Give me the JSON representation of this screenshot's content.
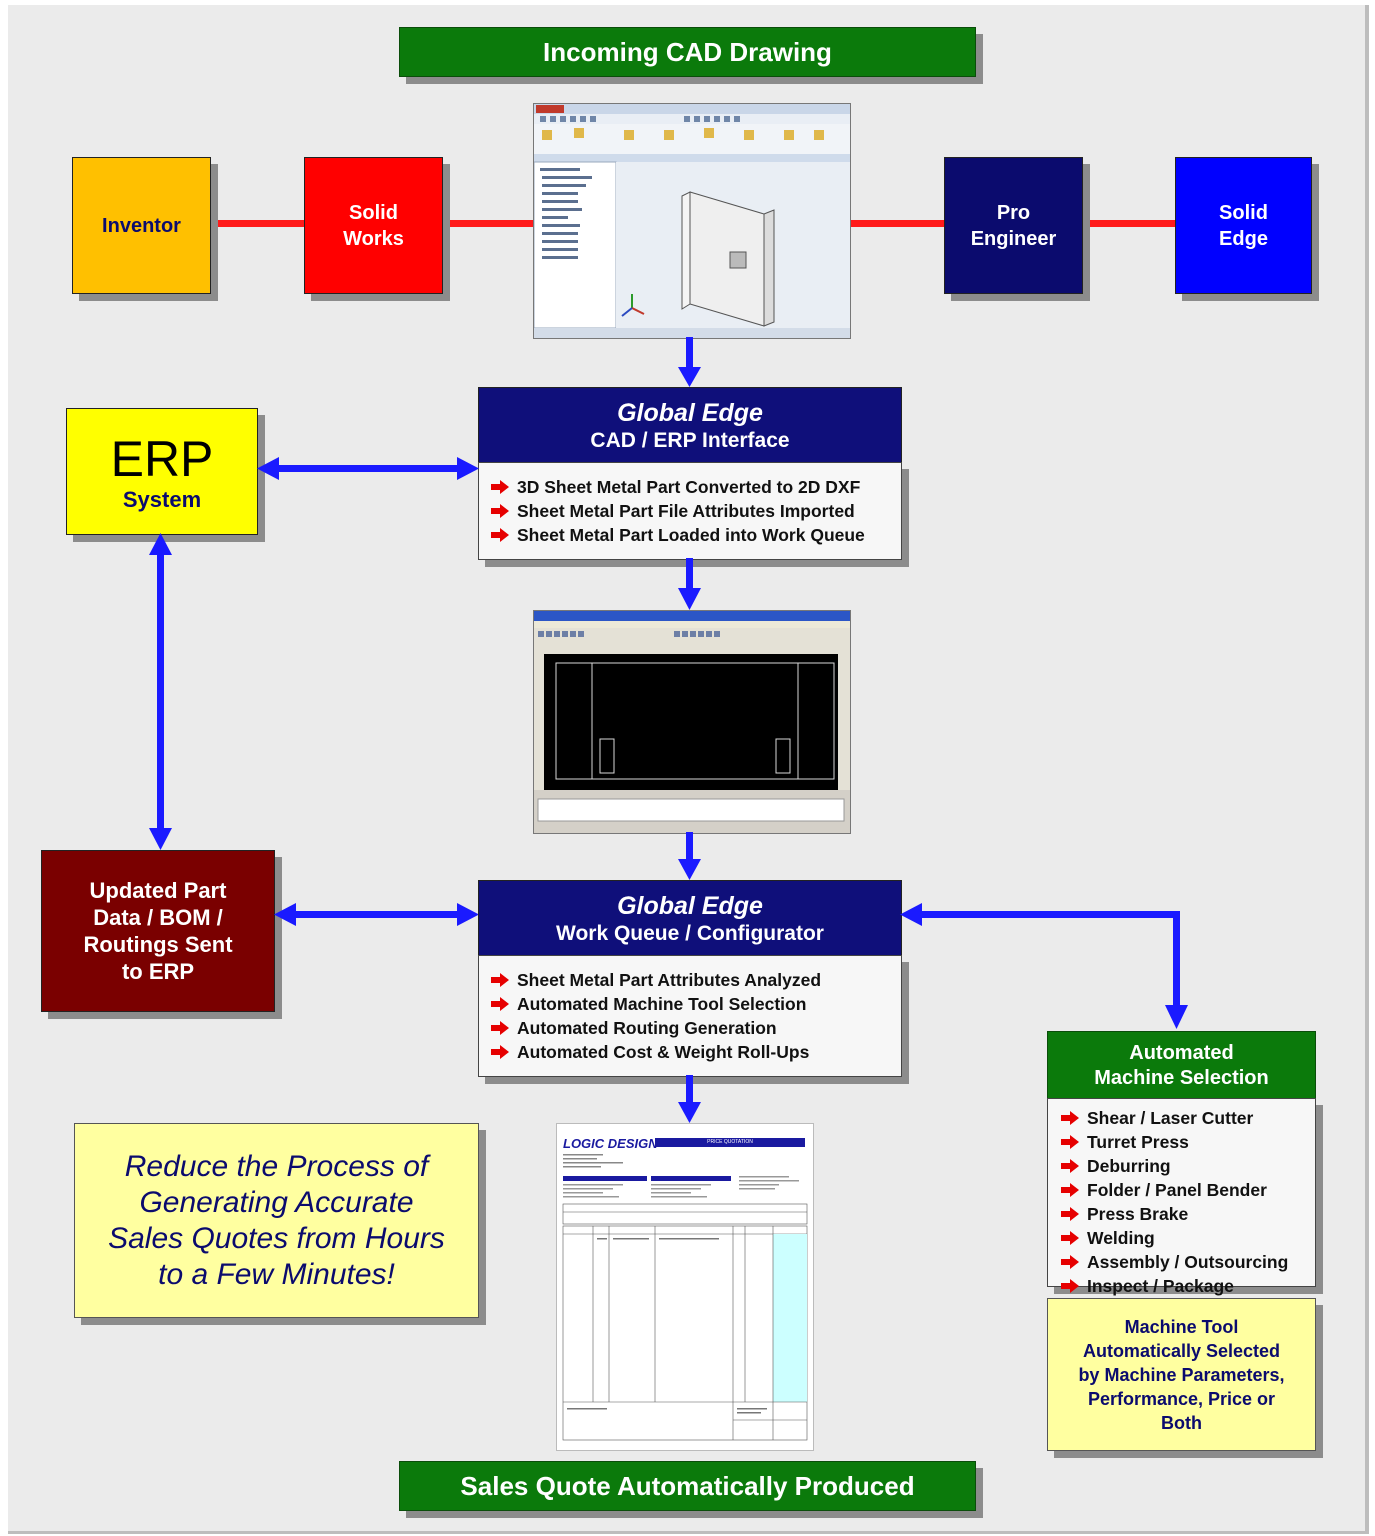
{
  "banners": {
    "top": "Incoming CAD Drawing",
    "bottom": "Sales Quote Automatically Produced"
  },
  "cad_systems": [
    {
      "line1": "Inventor",
      "line2": "",
      "color": "#ffc000"
    },
    {
      "line1": "Solid",
      "line2": "Works",
      "color": "#ff0000"
    },
    {
      "line1": "Pro",
      "line2": "Engineer",
      "color": "#0b0b6e"
    },
    {
      "line1": "Solid",
      "line2": "Edge",
      "color": "#0000ff"
    }
  ],
  "erp": {
    "title": "ERP",
    "subtitle": "System"
  },
  "updated_part": {
    "lines": [
      "Updated Part",
      "Data / BOM /",
      "Routings Sent",
      "to ERP"
    ]
  },
  "ge_interface": {
    "title": "Global Edge",
    "subtitle": "CAD / ERP Interface",
    "bullets": [
      "3D Sheet Metal Part Converted to 2D DXF",
      "Sheet Metal Part File Attributes Imported",
      "Sheet Metal Part Loaded into Work Queue"
    ]
  },
  "ge_queue": {
    "title": "Global Edge",
    "subtitle": "Work Queue / Configurator",
    "bullets": [
      "Sheet Metal Part Attributes Analyzed",
      "Automated Machine Tool Selection",
      "Automated Routing Generation",
      "Automated Cost & Weight Roll-Ups"
    ]
  },
  "machine_selection": {
    "title_line1": "Automated",
    "title_line2": "Machine Selection",
    "items": [
      "Shear / Laser Cutter",
      "Turret Press",
      "Deburring",
      "Folder / Panel Bender",
      "Press Brake",
      "Welding",
      "Assembly / Outsourcing",
      "Inspect / Package"
    ]
  },
  "machine_tool_note": {
    "lines": [
      "Machine Tool",
      "Automatically Selected",
      "by Machine Parameters,",
      "Performance, Price or",
      "Both"
    ]
  },
  "reduce_note": {
    "lines": [
      "Reduce the Process of",
      "Generating Accurate",
      "Sales Quotes from Hours",
      "to a Few Minutes!"
    ]
  },
  "quote_doc": {
    "logo": "LOGIC DESIGN",
    "header": "PRICE QUOTATION"
  },
  "colors": {
    "arrow_blue": "#1a1aff",
    "connector_red": "#ff1a1a",
    "banner_green": "#0b7a0b",
    "header_navy": "#0f0f7a",
    "updated_maroon": "#7a0000",
    "erp_yellow": "#ffff00",
    "note_yellow": "#ffffa0",
    "bullet_red": "#e60000"
  }
}
